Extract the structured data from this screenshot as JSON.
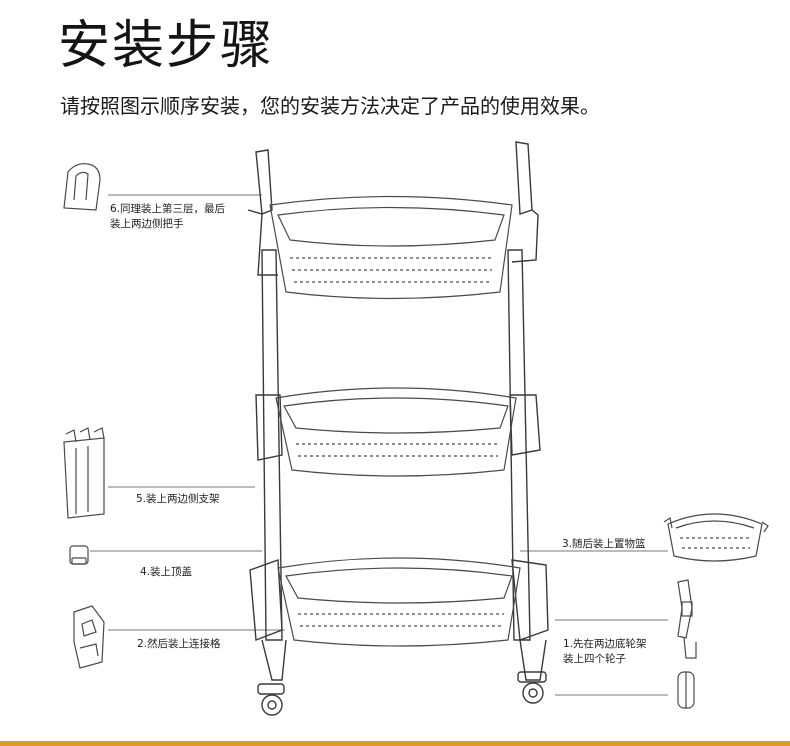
{
  "title": "安装步骤",
  "subtitle": "请按照图示顺序安装，您的安装方法决定了产品的使用效果。",
  "steps": [
    {
      "lines": [
        "6.同理装上第三层，最后",
        "装上两边侧把手"
      ]
    },
    {
      "lines": [
        "5.装上两边侧支架"
      ]
    },
    {
      "lines": [
        "4.装上顶盖"
      ]
    },
    {
      "lines": [
        "2.然后装上连接格"
      ]
    },
    {
      "lines": [
        "3.随后装上置物篮"
      ]
    },
    {
      "lines": [
        "1.先在两边底轮架",
        "装上四个轮子"
      ]
    }
  ],
  "colors": {
    "accent": "#e0972e",
    "line": "#555555"
  }
}
